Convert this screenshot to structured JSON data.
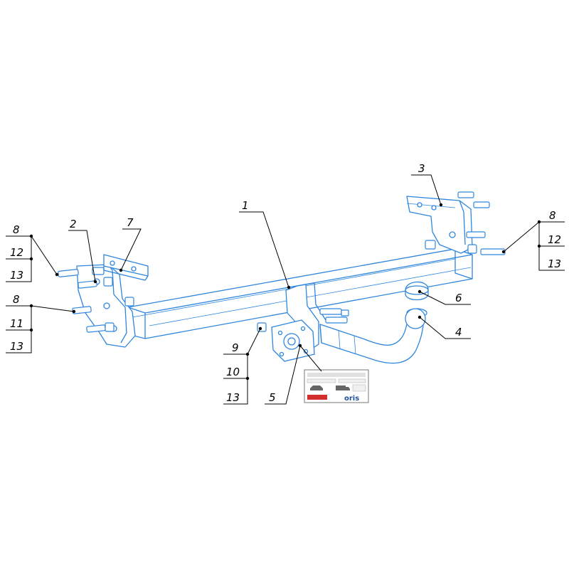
{
  "colors": {
    "part_stroke": "#2e86de",
    "part_fill": "#ffffff",
    "leader": "#000000",
    "plate_red": "#d32f2f",
    "plate_brand": "#1f4e9b"
  },
  "callouts": {
    "c1": "1",
    "c2": "2",
    "c3": "3",
    "c4": "4",
    "c5": "5",
    "c6": "6",
    "c7": "7",
    "c8_left_top": "8",
    "c12_left": "12",
    "c13_left_top": "13",
    "c8_left_bottom": "8",
    "c11_left": "11",
    "c13_left_bottom": "13",
    "c9": "9",
    "c10": "10",
    "c13_center": "13",
    "c8_right": "8",
    "c12_right": "12",
    "c13_right": "13"
  },
  "plate": {
    "brand": "oris",
    "icons": [
      "car-icon",
      "truck-icon"
    ]
  }
}
